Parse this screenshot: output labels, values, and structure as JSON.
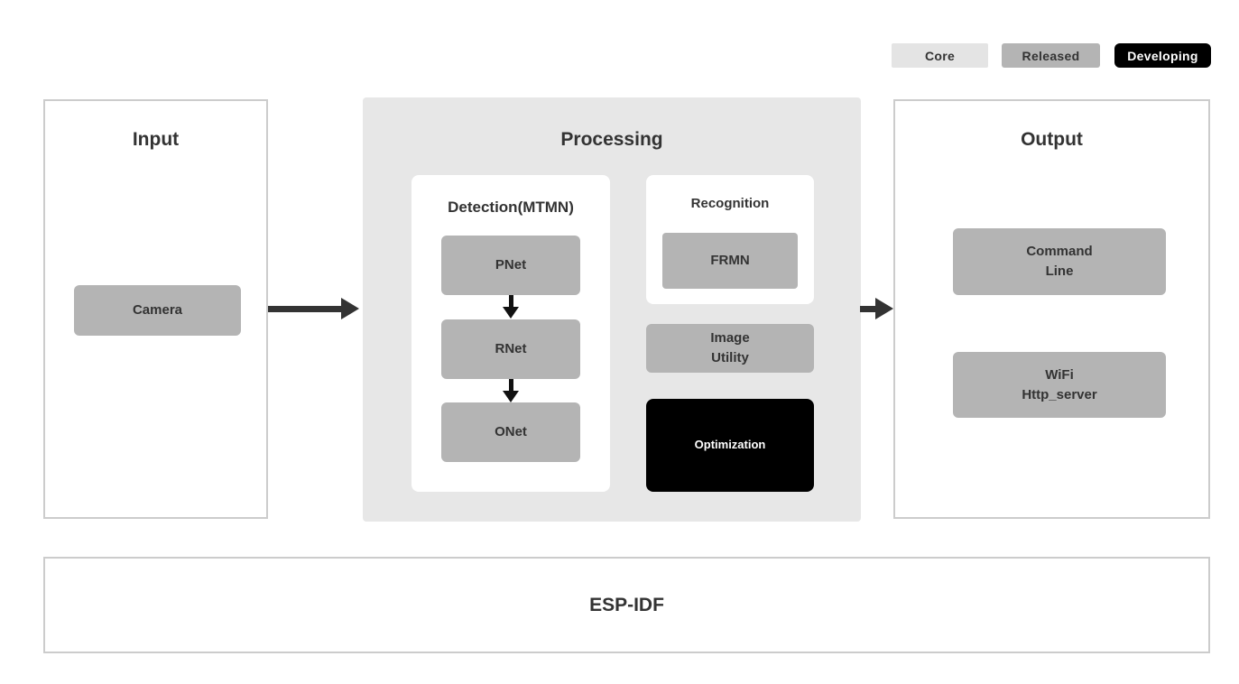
{
  "legend": {
    "core": "Core",
    "released": "Released",
    "developing": "Developing"
  },
  "panels": {
    "input": {
      "title": "Input",
      "camera": "Camera"
    },
    "processing": {
      "title": "Processing",
      "detection": {
        "title": "Detection(MTMN)",
        "pnet": "PNet",
        "rnet": "RNet",
        "onet": "ONet"
      },
      "recognition": {
        "title": "Recognition",
        "frmn": "FRMN"
      },
      "image_utility": "Image\nUtility",
      "optimization": "Optimization"
    },
    "output": {
      "title": "Output",
      "command_line": "Command\nLine",
      "wifi_http_server": "WiFi\nHttp_server"
    },
    "base": {
      "title": "ESP-IDF"
    }
  },
  "colors": {
    "core_bg": "#e4e4e4",
    "released_bg": "#b4b4b4",
    "developing_bg": "#000000",
    "developing_text": "#ffffff",
    "processing_bg": "#e7e7e7",
    "panel_border": "#cccccc",
    "text": "#333333",
    "arrow": "#333333"
  }
}
